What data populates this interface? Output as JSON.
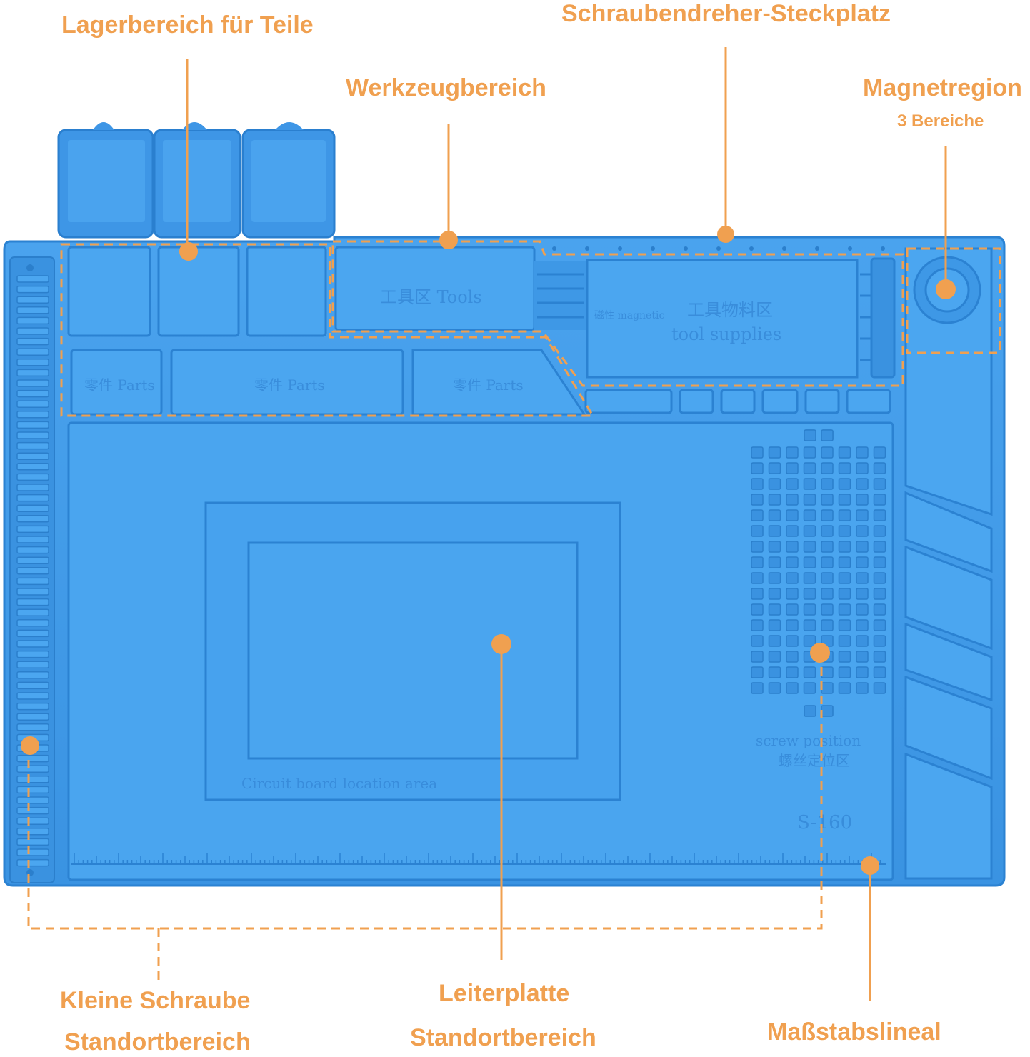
{
  "colors": {
    "accent": "#F0A050",
    "mat": "#3E9BEA",
    "mat_dark": "#2F86D6",
    "mat_light": "#5FB0F0",
    "background": "#FFFFFF"
  },
  "callouts": {
    "parts_storage": "Lagerbereich für Teile",
    "screwdriver_slot": "Schraubendreher-Steckplatz",
    "tool_area": "Werkzeugbereich",
    "magnet_region": "Magnetregion",
    "magnet_region_sub": "3 Bereiche",
    "small_screw_line1": "Kleine Schraube",
    "small_screw_line2": "Standortbereich",
    "pcb_line1": "Leiterplatte",
    "pcb_line2": "Standortbereich",
    "scale_ruler": "Maßstabslineal"
  },
  "mat_labels": {
    "tools": "工具区 Tools",
    "magnetic": "磁性 magnetic",
    "tool_supplies_cn": "工具物料区",
    "tool_supplies_en": "tool supplies",
    "parts_1": "零件 Parts",
    "parts_2": "零件 Parts",
    "parts_3": "零件 Parts",
    "circuit_board": "Circuit board location area",
    "screw_position": "screw position",
    "screw_position_cn": "螺丝定位区",
    "model": "S-160"
  },
  "icons": [
    "magnet-circle-icon"
  ]
}
